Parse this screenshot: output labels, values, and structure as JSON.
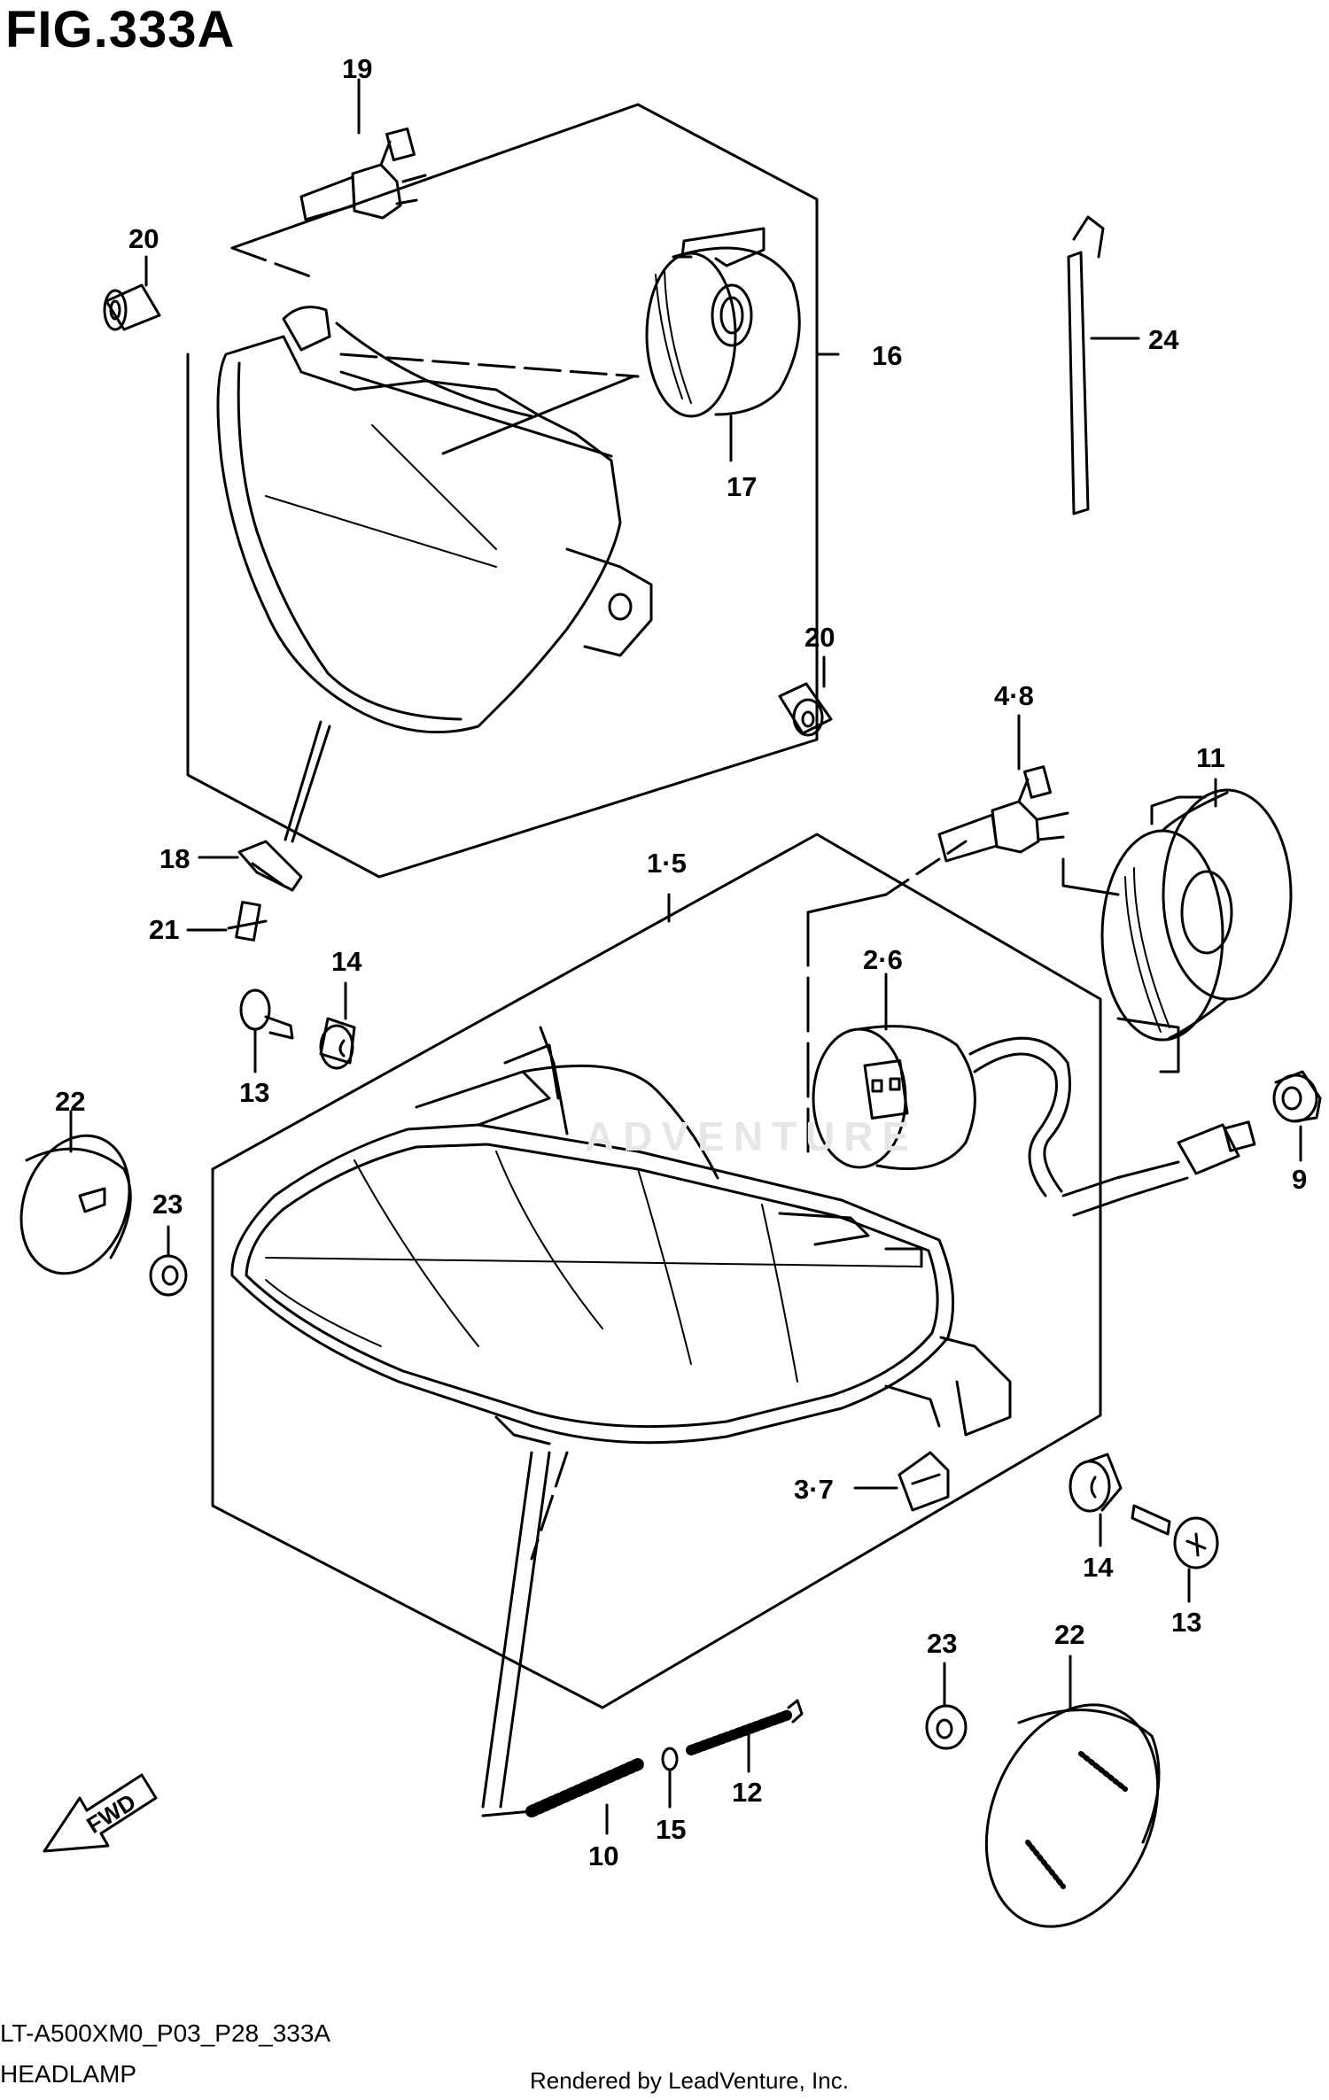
{
  "figure": {
    "title": "FIG.333A",
    "code": "LT-A500XM0_P03_P28_333A",
    "name": "HEADLAMP",
    "credit": "Rendered by LeadVenture, Inc.",
    "watermark": "ADVENTURE"
  },
  "callouts": {
    "c19": "19",
    "c20a": "20",
    "c16": "16",
    "c17": "17",
    "c24": "24",
    "c20b": "20",
    "c48": "4·8",
    "c11": "11",
    "c18": "18",
    "c15a": "1·5",
    "c21": "21",
    "c14a": "14",
    "c26": "2·6",
    "c13a": "13",
    "c22a": "22",
    "c23a": "23",
    "c9": "9",
    "c37": "3·7",
    "c14b": "14",
    "c13b": "13",
    "c23b": "23",
    "c22b": "22",
    "c12": "12",
    "c15": "15",
    "c10": "10"
  },
  "fwd_label": "FWD"
}
